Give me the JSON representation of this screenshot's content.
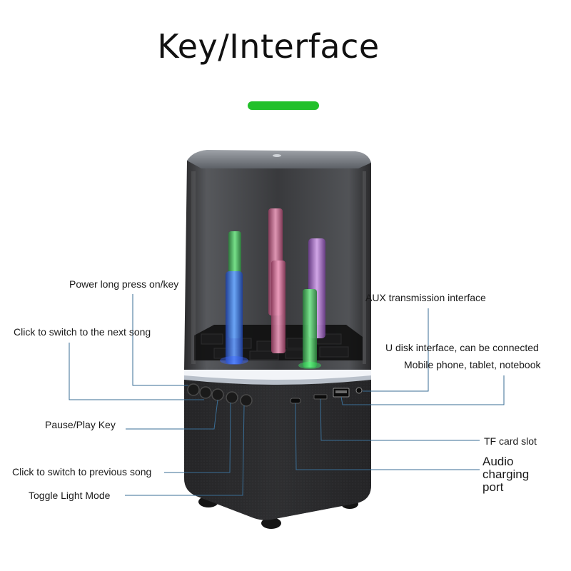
{
  "header": {
    "title": "Key/Interface",
    "accent_color": "#22c02a"
  },
  "labels": {
    "power_key": "Power long press on/key",
    "next_song": "Click to switch to the next song",
    "pause_play": "Pause/Play Key",
    "previous_song": "Click to switch to previous song",
    "light_mode": "Toggle Light Mode",
    "aux_interface": "AUX transmission interface",
    "u_disk_line1": "U disk interface, can be connected",
    "u_disk_line2": "Mobile phone, tablet, notebook",
    "tf_card": "TF card slot",
    "audio_charging_line1": "Audio",
    "audio_charging_line2": "charging",
    "audio_charging_line3": "port"
  },
  "colors": {
    "leader_line": "#3a6e96",
    "speaker_body": "#2b2b2b",
    "light_ring": "#e8ecf2"
  }
}
